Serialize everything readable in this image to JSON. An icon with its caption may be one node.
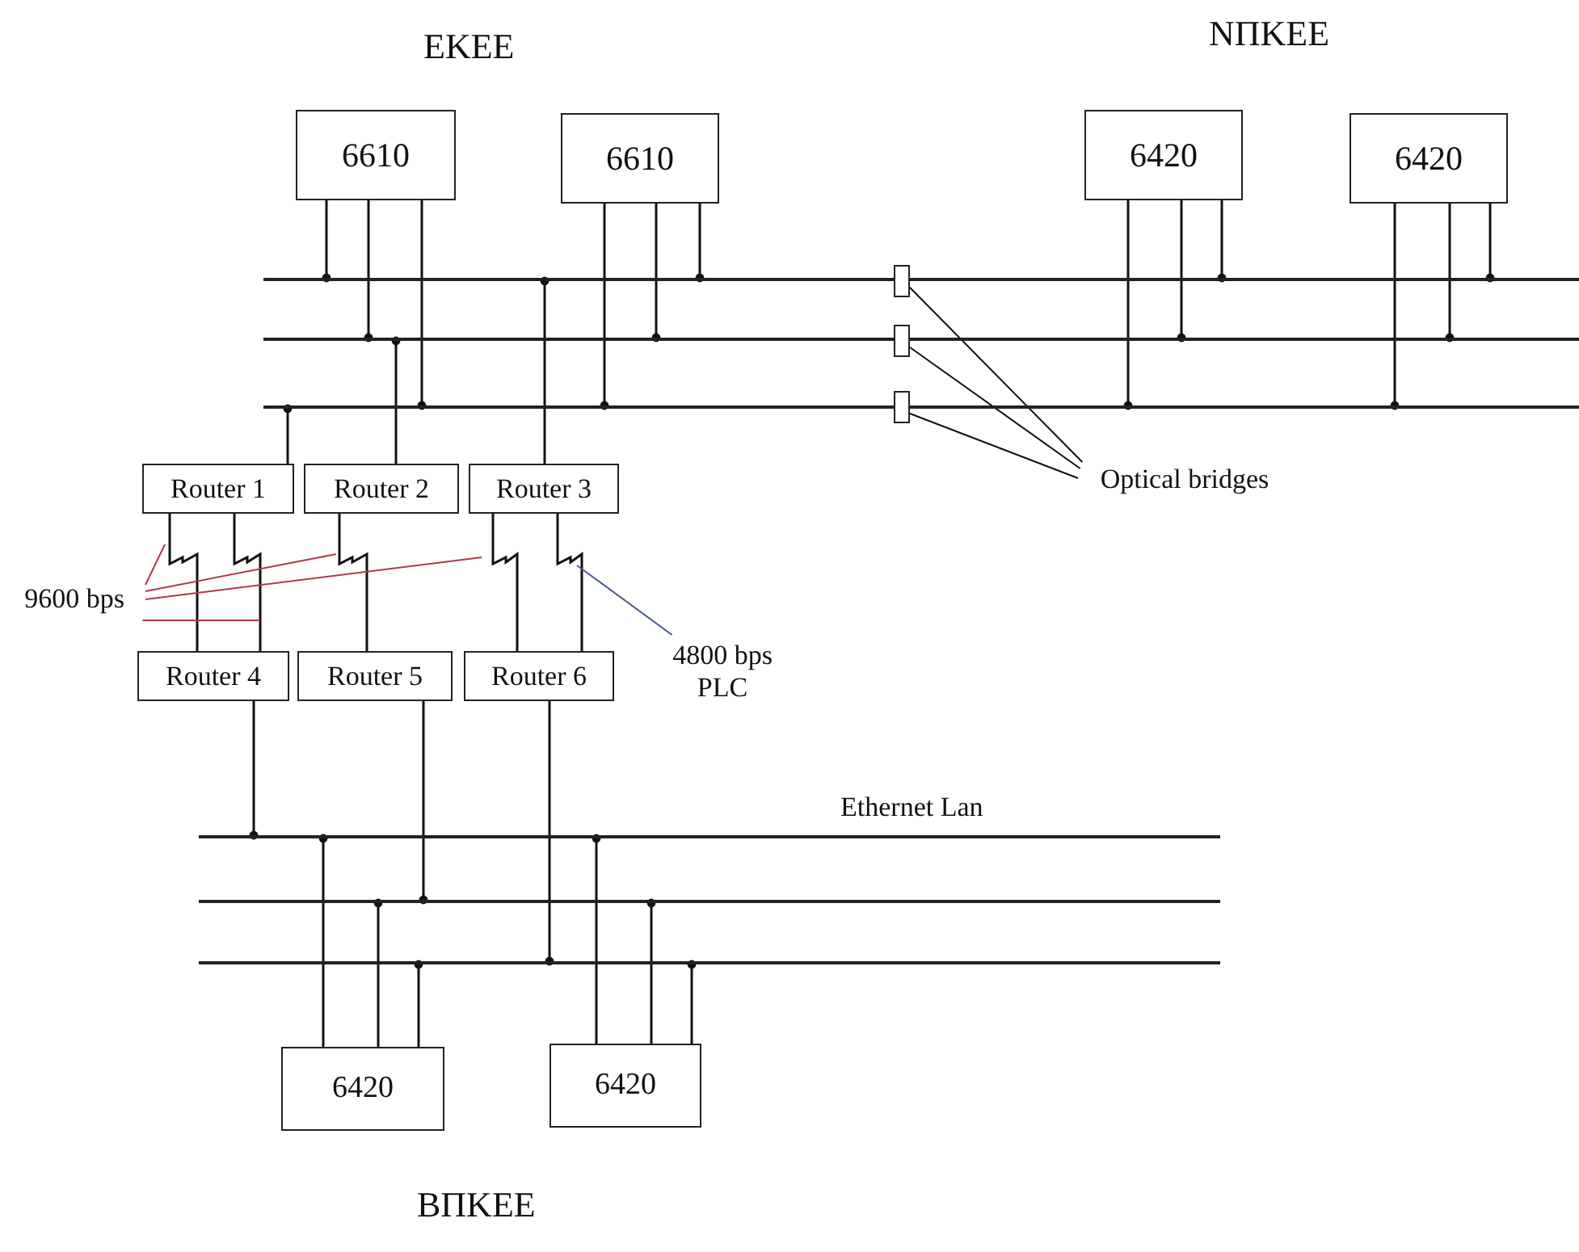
{
  "diagram": {
    "nodes": [
      {
        "text": [
          "6610"
        ]
      },
      {
        "text": [
          "6610"
        ]
      },
      {
        "text": [
          "6420"
        ]
      },
      {
        "text": [
          "6420"
        ]
      },
      {
        "text": [],
        "shape": "bar"
      },
      {
        "text": [],
        "shape": "bar"
      },
      {
        "text": [],
        "shape": "bar"
      },
      {
        "text": [],
        "shape": "box"
      },
      {
        "text": [],
        "shape": "box"
      },
      {
        "text": [],
        "shape": "box"
      },
      {
        "text": [
          "Router 1"
        ]
      },
      {
        "text": [
          "Router 2"
        ]
      },
      {
        "text": [
          "Router 3"
        ]
      },
      {
        "text": [
          "Optical bridges"
        ]
      },
      {
        "text": [
          "9600 bps"
        ]
      },
      {
        "text": [
          "4800 bps PLC"
        ]
      },
      {
        "text": [
          "Router 4"
        ]
      },
      {
        "text": [
          "Router 5"
        ]
      },
      {
        "text": [
          "Router 6"
        ]
      },
      {
        "text": [],
        "shape": "bar",
        "beside": [
          "Ethernet Lan"
        ]
      },
      {
        "text": [],
        "shape": "bar"
      },
      {
        "text": [],
        "shape": "bar"
      },
      {
        "text": [
          "6420"
        ]
      },
      {
        "text": [
          "6420"
        ]
      }
    ],
    "edges": [
      {
        "from": 0,
        "to": 4,
        "arrow": "other"
      },
      {
        "from": 0,
        "to": 5,
        "arrow": "other"
      },
      {
        "from": 0,
        "to": 6,
        "arrow": "other"
      },
      {
        "from": 1,
        "to": 6,
        "arrow": "other"
      },
      {
        "from": 1,
        "to": 5,
        "arrow": "other"
      },
      {
        "from": 1,
        "to": 4,
        "arrow": "other"
      },
      {
        "from": 2,
        "to": 6,
        "arrow": "other"
      },
      {
        "from": 2,
        "to": 5,
        "arrow": "other"
      },
      {
        "from": 2,
        "to": 4,
        "arrow": "other"
      },
      {
        "from": 3,
        "to": 6,
        "arrow": "other"
      },
      {
        "from": 3,
        "to": 5,
        "arrow": "other"
      },
      {
        "from": 3,
        "to": 4,
        "arrow": "other"
      },
      {
        "from": 10,
        "to": 6,
        "arrow": "other"
      },
      {
        "from": 11,
        "to": 5,
        "arrow": "other"
      },
      {
        "from": 12,
        "to": 4,
        "arrow": "other"
      },
      {
        "from": 13,
        "to": 7,
        "arrow": "none"
      },
      {
        "from": 13,
        "to": 8,
        "arrow": "none"
      },
      {
        "from": 13,
        "to": 9,
        "arrow": "none"
      },
      {
        "from": 10,
        "to": 16,
        "arrow": "none"
      },
      {
        "from": 10,
        "to": 16,
        "arrow": "none"
      },
      {
        "from": 11,
        "to": 17,
        "arrow": "none"
      },
      {
        "from": 12,
        "to": 18,
        "arrow": "none"
      },
      {
        "from": 12,
        "to": 18,
        "arrow": "none"
      },
      {
        "from": 14,
        "to": null,
        "arrow": "none",
        "color": "#b03a48"
      },
      {
        "from": 14,
        "to": null,
        "arrow": "none",
        "color": "#b03a48"
      },
      {
        "from": 14,
        "to": null,
        "arrow": "none",
        "color": "#b03a48"
      },
      {
        "from": 14,
        "to": null,
        "arrow": "none",
        "color": "#b03a48"
      },
      {
        "from": 15,
        "to": null,
        "arrow": "none",
        "color": "#4a5a8a"
      },
      {
        "from": 16,
        "to": 19,
        "arrow": "other"
      },
      {
        "from": 17,
        "to": 20,
        "arrow": "other"
      },
      {
        "from": 18,
        "to": 21,
        "arrow": "other"
      },
      {
        "from": 22,
        "to": 19,
        "arrow": "other"
      },
      {
        "from": 22,
        "to": 20,
        "arrow": "other"
      },
      {
        "from": 22,
        "to": 21,
        "arrow": "other"
      },
      {
        "from": 23,
        "to": 19,
        "arrow": "other"
      },
      {
        "from": 23,
        "to": 20,
        "arrow": "other"
      },
      {
        "from": 23,
        "to": 21,
        "arrow": "other"
      }
    ],
    "labels": [
      "ΕΚΕΕ",
      "ΝΠΚΕΕ",
      "ΒΠΚΕΕ"
    ]
  }
}
